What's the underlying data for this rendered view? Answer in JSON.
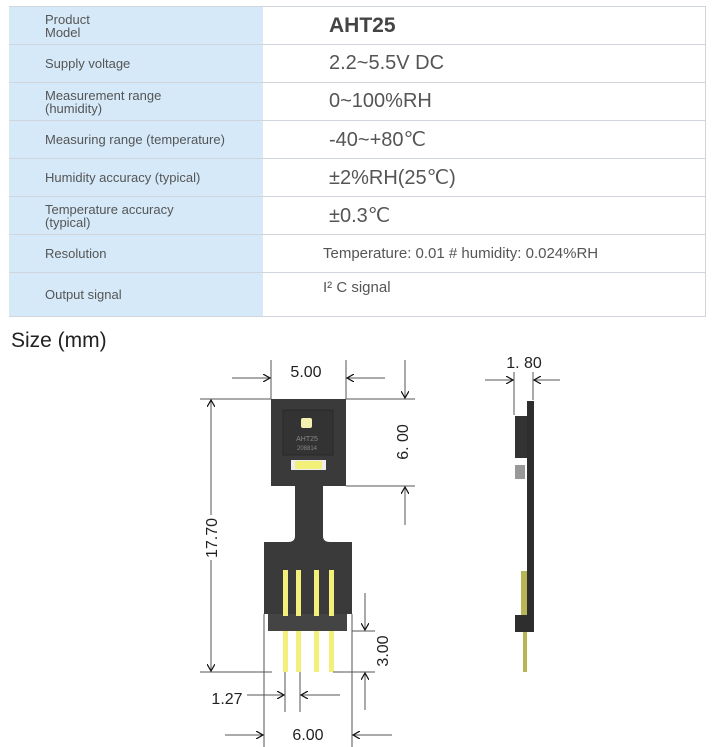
{
  "specs": [
    {
      "label": "Product Model",
      "value": "AHT25"
    },
    {
      "label": "Supply voltage",
      "value": "2.2~5.5V DC"
    },
    {
      "label": "Measurement range (humidity)",
      "value": "0~100%RH"
    },
    {
      "label": "Measuring range (temperature)",
      "value": "-40~+80℃"
    },
    {
      "label": "Humidity accuracy (typical)",
      "value": "±2%RH(25℃)"
    },
    {
      "label": "Temperature accuracy (typical)",
      "value": "±0.3℃"
    },
    {
      "label": "Resolution",
      "value": "Temperature: 0.01 # humidity: 0.024%RH"
    },
    {
      "label": "Output signal",
      "value": "I² C signal"
    }
  ],
  "size_title": "Size (mm)",
  "dimensions": {
    "top_width": "5.00",
    "head_height": "6. 00",
    "total_length": "17.70",
    "pin_length": "3.00",
    "pin_pitch": "1.27",
    "bottom_width": "6.00",
    "thickness": "1. 80"
  },
  "chip_marking": {
    "model": "AHT25",
    "code": "208814"
  },
  "colors": {
    "label_bg": "#d5e9f8",
    "board": "#3a3a3a",
    "pin": "#f3f07a"
  }
}
